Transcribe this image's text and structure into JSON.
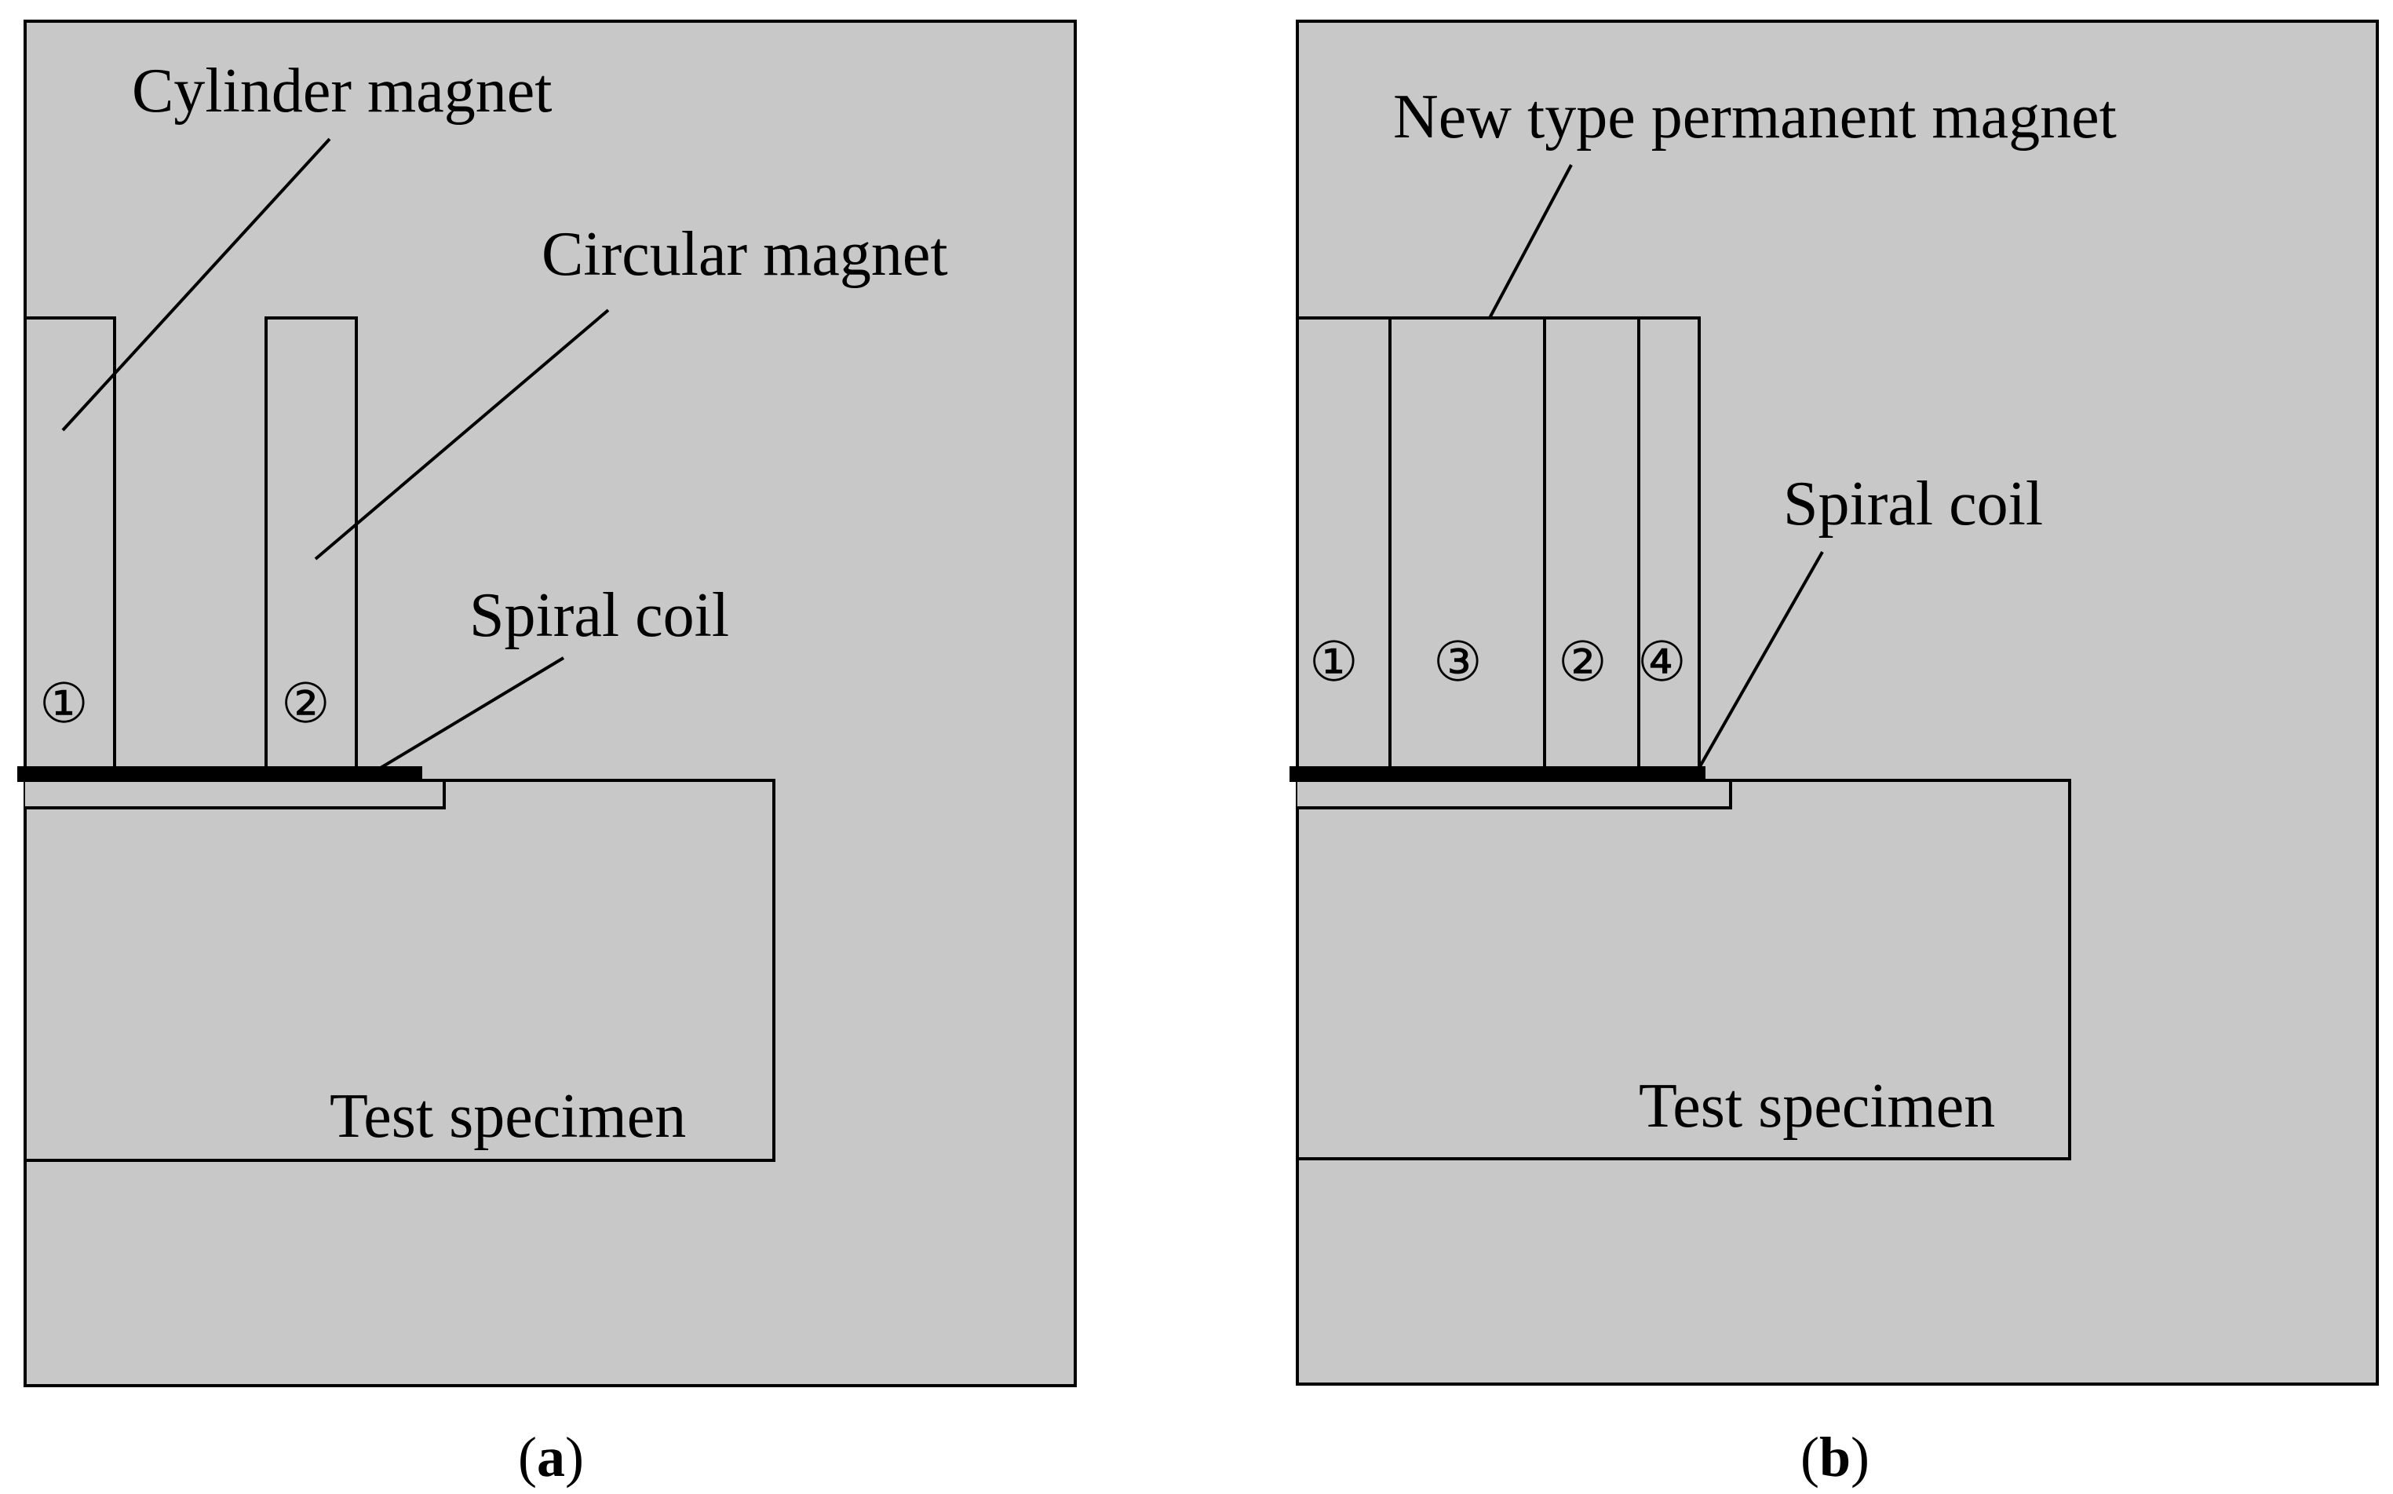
{
  "colors": {
    "background": "#c8c8c8",
    "line": "#000000"
  },
  "panel_a": {
    "cylinder_magnet_label": "Cylinder magnet",
    "circular_magnet_label": "Circular magnet",
    "spiral_coil_label": "Spiral coil",
    "test_specimen_label": "Test specimen",
    "region_1": "①",
    "region_2": "②",
    "caption_open": "(",
    "caption_letter": "a",
    "caption_close": ")"
  },
  "panel_b": {
    "new_magnet_label": "New type permanent magnet",
    "spiral_coil_label": "Spiral coil",
    "test_specimen_label": "Test specimen",
    "region_1": "①",
    "region_3": "③",
    "region_2": "②",
    "region_4": "④",
    "caption_open": "(",
    "caption_letter": "b",
    "caption_close": ")"
  }
}
